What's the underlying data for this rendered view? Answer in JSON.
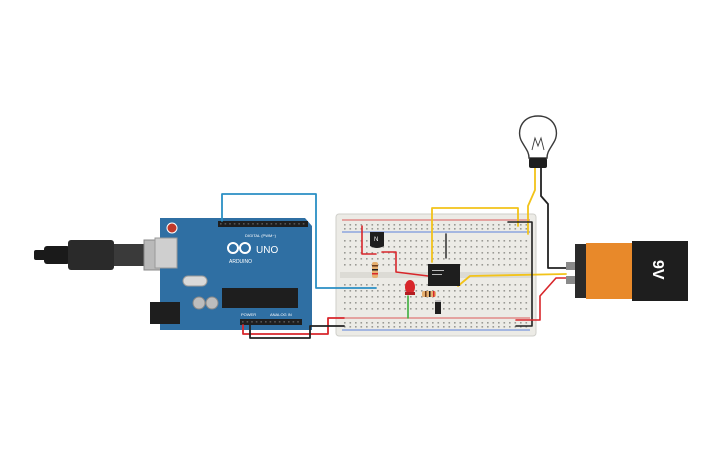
{
  "colors": {
    "board": "#2f6fa3",
    "board_dark": "#1f4f7a",
    "breadboard": "#ecebe6",
    "rail_red": "#d62b2b",
    "rail_blue": "#2b5fd6",
    "wire_blue": "#2a8fc4",
    "wire_red": "#d8262b",
    "wire_black": "#222222",
    "wire_yellow": "#f2c319",
    "wire_green": "#3cae3c",
    "battery_orange": "#e8892a",
    "battery_black": "#1e1e1e"
  },
  "arduino": {
    "brand": "ARDUINO",
    "model": "UNO",
    "digital_header": "DIGITAL (PWM~)",
    "power_header": "POWER",
    "analog_header": "ANALOG IN"
  },
  "battery": {
    "label": "9V"
  },
  "icons": [
    "usb-plug-icon",
    "lightbulb-icon",
    "transistor-icon",
    "relay-icon",
    "led-icon",
    "resistor-icon",
    "diode-icon",
    "battery-icon"
  ]
}
